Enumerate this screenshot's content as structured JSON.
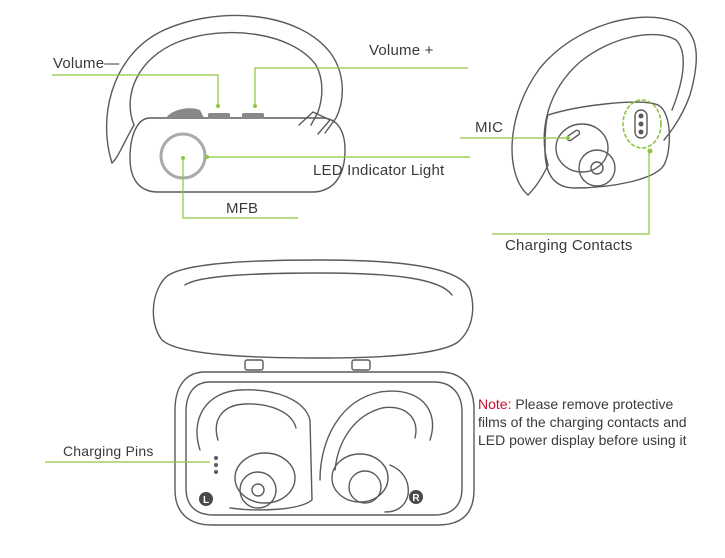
{
  "labels": {
    "volume_minus": "Volume—",
    "volume_plus": "Volume +",
    "mic": "MIC",
    "led": "LED Indicator Light",
    "mfb": "MFB",
    "charging_contacts": "Charging Contacts",
    "charging_pins": "Charging Pins"
  },
  "note": {
    "prefix": "Note:",
    "text": " Please remove protective films of the charging contacts and LED power display before using it"
  },
  "case_badges": {
    "left": "L",
    "right": "R"
  },
  "colors": {
    "line": "#8cc63f",
    "outline": "#5a5a5a",
    "grey": "#888888",
    "note_red": "#c8102e"
  }
}
